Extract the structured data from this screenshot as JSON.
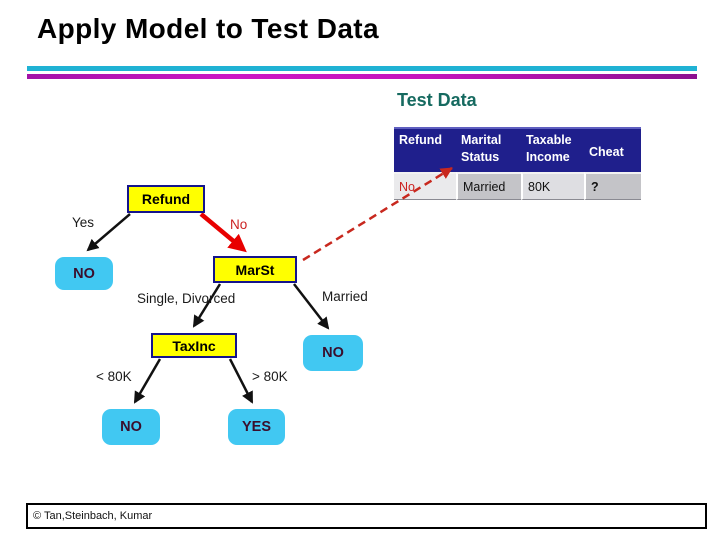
{
  "slide": {
    "title": "Apply Model to Test Data",
    "footer_credit": "© Tan,Steinbach, Kumar"
  },
  "test_data": {
    "label": "Test Data",
    "table": {
      "headers": [
        "Refund",
        "Marital\nStatus",
        "Taxable\nIncome",
        "Cheat"
      ],
      "rows": [
        [
          "No",
          "Married",
          "80K",
          "?"
        ]
      ]
    }
  },
  "tree": {
    "root": {
      "label": "Refund"
    },
    "nodes": {
      "marst": "MarSt",
      "taxinc": "TaxInc"
    },
    "leaves": {
      "refund_yes_leaf": "NO",
      "marst_married_leaf": "NO",
      "taxinc_low_leaf": "NO",
      "taxinc_high_leaf": "YES"
    },
    "edges": {
      "refund_yes": "Yes",
      "refund_no": "No",
      "marst_left": "Single, Divorced",
      "marst_right": "Married",
      "taxinc_left": "< 80K",
      "taxinc_right": "> 80K"
    }
  },
  "colors": {
    "rule_cyan": "#1FB2D4",
    "rule_magenta": "#C414BC",
    "section_teal": "#166A60",
    "table_header_bg": "#1F1F8C",
    "node_fill": "#FFFF00",
    "node_border": "#14148C",
    "leaf_fill": "#41C8F2",
    "leaf_text": "#3A0E2C",
    "active_path_red": "#E80000",
    "trace_dash_red": "#C8281E",
    "value_highlight_red": "#CC2222"
  }
}
